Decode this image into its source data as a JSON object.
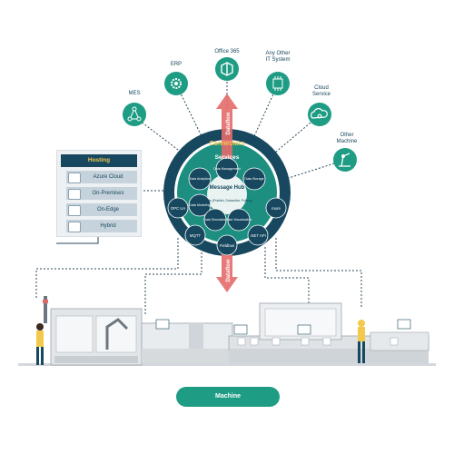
{
  "connectors_label": "Connectors",
  "services_label": "Services",
  "hub": {
    "title": "Message Hub",
    "sub": "Events (Publish, Subscribe, Polling)"
  },
  "services": {
    "data_analytics": "Data Analytics",
    "data_management": "Data Management",
    "data_modeling": "Data Modeling",
    "data_simulation": "Data Simulation",
    "data_visualization": "Data Visualization",
    "data_storage": "Data Storage"
  },
  "protocols": {
    "opc_ua": "OPC UA",
    "mqtt": "MQTT",
    "fieldbus": "Fieldbus",
    "net_api": ".NET API",
    "more": "more"
  },
  "systems": {
    "mes": "MES",
    "erp": "ERP",
    "office365": "Office 365",
    "other_it": "Any Other IT System",
    "cloud_service": "Cloud Service",
    "other_machine": "Other Machine"
  },
  "dataflow_label": "Dataflow",
  "hosting": {
    "title": "Hosting",
    "items": [
      "Azure Cloud",
      "On-Premises",
      "On-Edge",
      "Hybrid"
    ]
  },
  "machine_button": "Machine",
  "colors": {
    "navy": "#17485f",
    "teal": "#1f9c84",
    "gold": "#f2c94c",
    "arrow": "#e46a6a"
  }
}
